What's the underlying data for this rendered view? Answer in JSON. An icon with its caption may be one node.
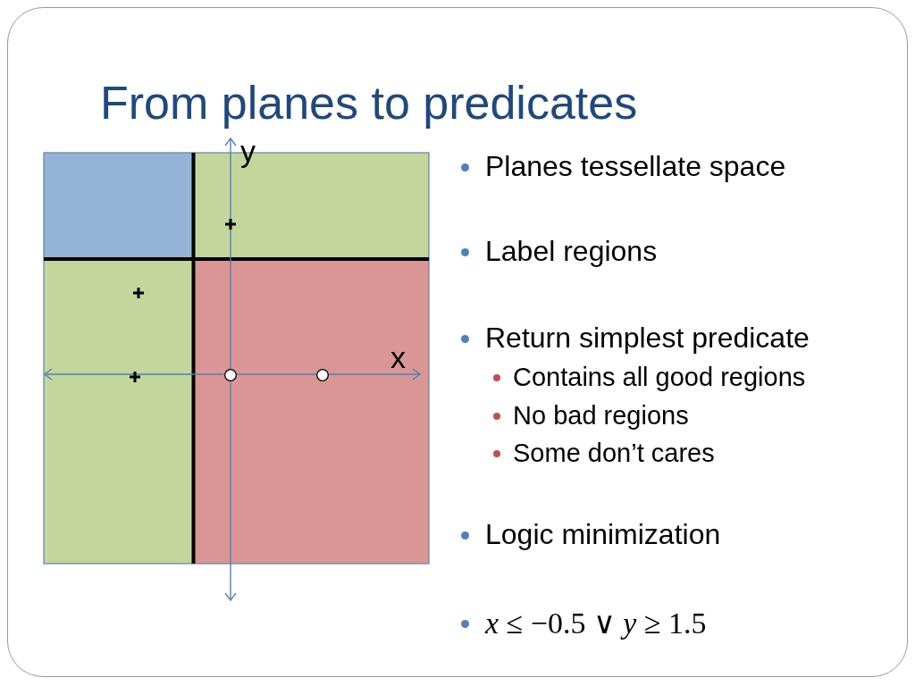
{
  "diagram": {
    "title": "From planes to predicates",
    "labels": [
      "y",
      "x",
      "Planes tessellate space",
      "Label regions",
      "Return simplest predicate",
      "Contains all good regions",
      "No bad regions",
      "Some don’t cares",
      "Logic minimization",
      "*x* ≤ −0.5 ∨ *y* ≥ 1.5"
    ]
  }
}
